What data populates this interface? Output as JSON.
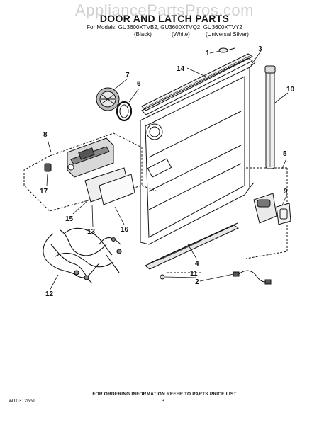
{
  "watermark": "AppliancePartsPros.com",
  "title": "DOOR AND LATCH PARTS",
  "models_line": "For Models: GU3600XTVB2, GU3600XTVQ2, GU3600XTVY2",
  "finishes": [
    "(Black)",
    "(White)",
    "(Universal Silver)"
  ],
  "callouts": [
    "1",
    "2",
    "3",
    "4",
    "5",
    "6",
    "7",
    "8",
    "9",
    "10",
    "11",
    "12",
    "13",
    "14",
    "15",
    "16",
    "17"
  ],
  "footer_note": "FOR ORDERING INFORMATION REFER TO PARTS PRICE LIST",
  "doc_number": "W10312651",
  "page_number": "3"
}
